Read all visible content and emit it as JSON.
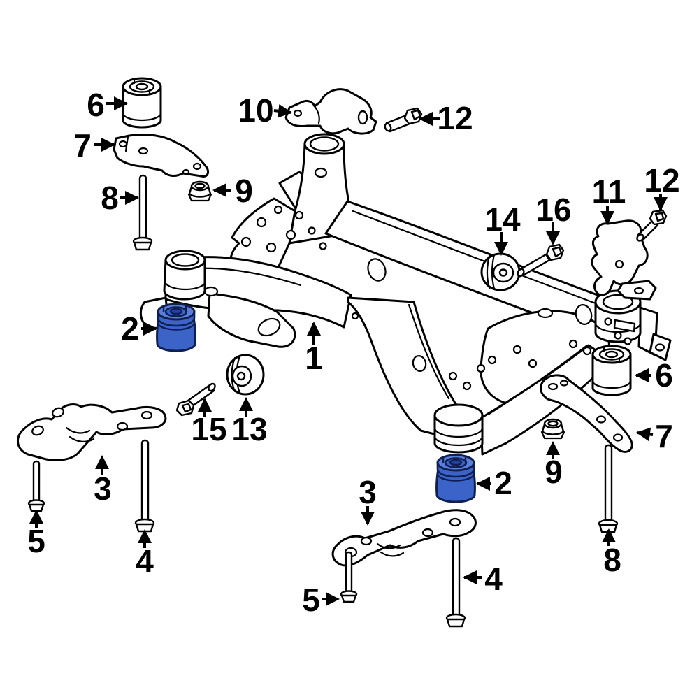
{
  "diagram": {
    "type": "exploded-parts-diagram",
    "background_color": "#ffffff",
    "line_color": "#000000",
    "highlight_fill": "#3c63c7",
    "highlight_light": "#5b7ed8",
    "highlight_dark": "#24429e",
    "highlight_stroke": "#0f1f52",
    "highlighted_part_label": "2",
    "callouts": [
      {
        "label": "6",
        "position": "top-left"
      },
      {
        "label": "7",
        "position": "top-left"
      },
      {
        "label": "8",
        "position": "left"
      },
      {
        "label": "9",
        "position": "upper-center-left"
      },
      {
        "label": "10",
        "position": "top-center"
      },
      {
        "label": "12",
        "position": "top-center"
      },
      {
        "label": "14",
        "position": "upper-right"
      },
      {
        "label": "16",
        "position": "upper-right"
      },
      {
        "label": "11",
        "position": "upper-right"
      },
      {
        "label": "12",
        "position": "right"
      },
      {
        "label": "2",
        "position": "center-left-highlighted"
      },
      {
        "label": "1",
        "position": "center"
      },
      {
        "label": "15",
        "position": "center-left"
      },
      {
        "label": "13",
        "position": "center-left"
      },
      {
        "label": "3",
        "position": "bottom-left"
      },
      {
        "label": "5",
        "position": "bottom-left"
      },
      {
        "label": "4",
        "position": "bottom-left"
      },
      {
        "label": "3",
        "position": "bottom-center"
      },
      {
        "label": "5",
        "position": "bottom-center"
      },
      {
        "label": "4",
        "position": "bottom-center"
      },
      {
        "label": "2",
        "position": "bottom-center-highlighted"
      },
      {
        "label": "9",
        "position": "center-right"
      },
      {
        "label": "6",
        "position": "right"
      },
      {
        "label": "7",
        "position": "right"
      },
      {
        "label": "8",
        "position": "bottom-right"
      }
    ]
  }
}
